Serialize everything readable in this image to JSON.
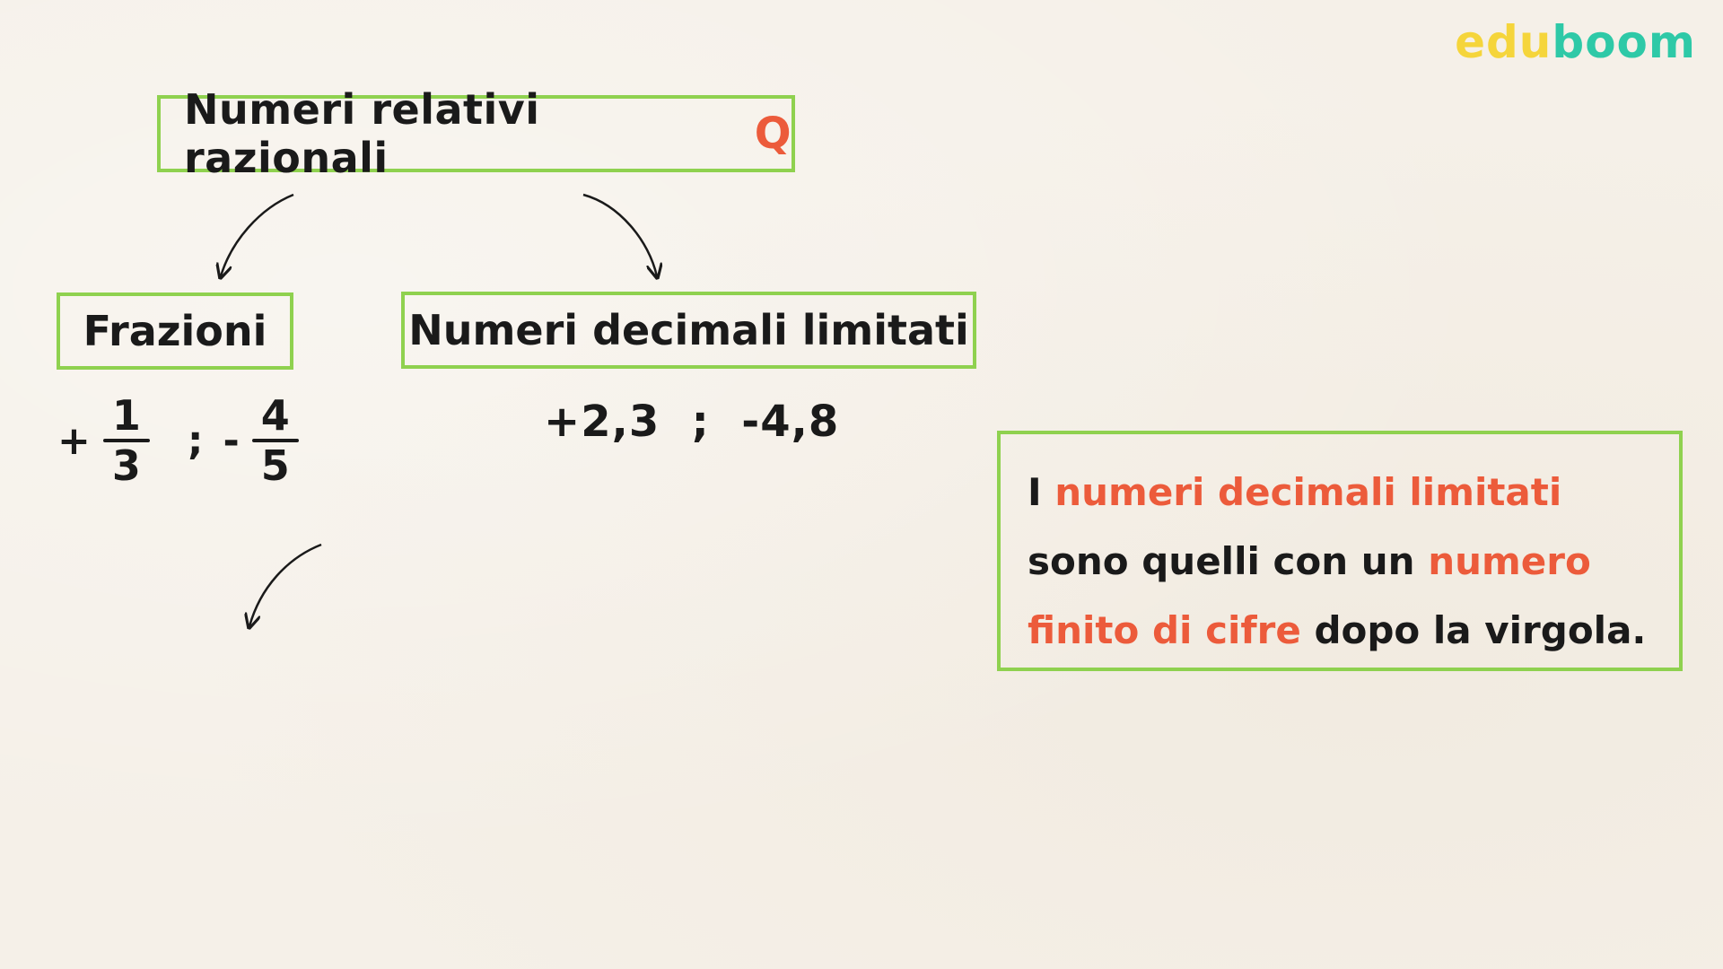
{
  "logo": {
    "part1": "edu",
    "part2": "boom",
    "color1": "#f5d53b",
    "color2": "#2ec9a7"
  },
  "title_box": {
    "label": "Numeri relativi razionali",
    "symbol": "Q"
  },
  "branches": {
    "left_label": "Frazioni",
    "right_label": "Numeri decimali limitati"
  },
  "fractions_example": {
    "sign1": "+",
    "num1": "1",
    "den1": "3",
    "separator": ";",
    "sign2": "-",
    "num2": "4",
    "den2": "5"
  },
  "decimals_example": "+2,3  ;  -4,8",
  "definition": {
    "part1": "I ",
    "part2": "numeri decimali limitati",
    "part3": "sono quelli con un ",
    "part4": "numero",
    "part5": "finito di cifre",
    "part6": " dopo la virgola."
  },
  "colors": {
    "box_border": "#8fd14f",
    "highlight": "#ec5b3b",
    "background": "#f5f0e8"
  }
}
